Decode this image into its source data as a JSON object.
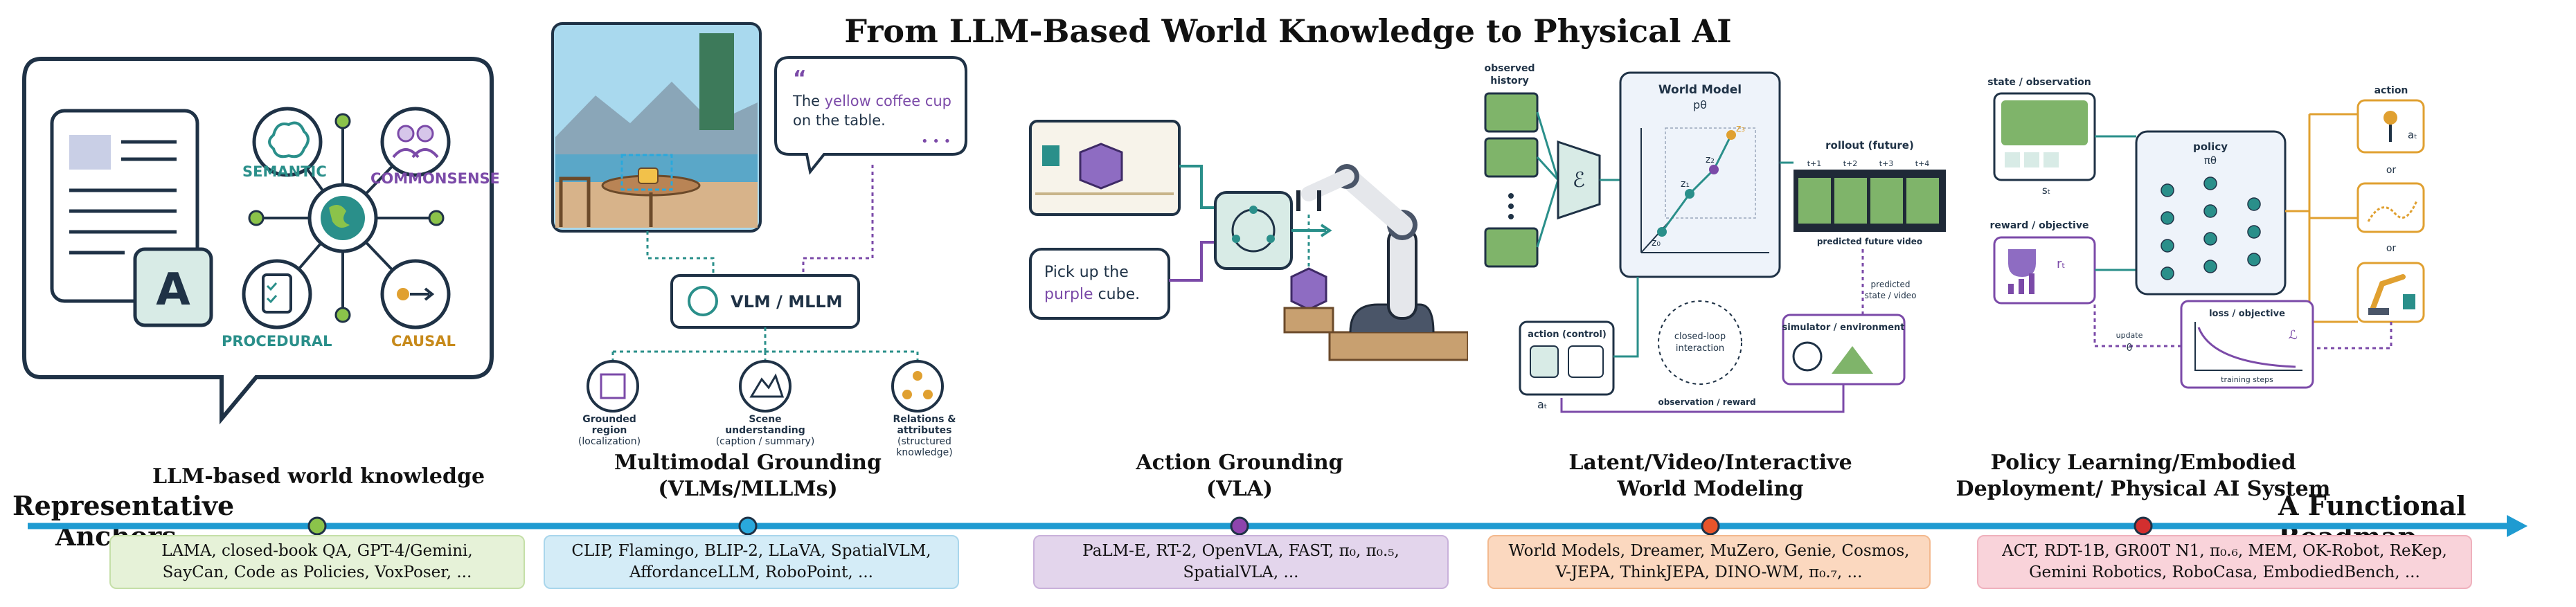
{
  "title": "From LLM-Based World Knowledge to Physical AI",
  "axis": {
    "left_label": [
      "Representative",
      "Anchors"
    ],
    "right_label": "A Functional Roadmap",
    "color": "#1f9bd1"
  },
  "stages": [
    {
      "name": "LLM-based world knowledge",
      "lines": [
        "LLM-based world knowledge"
      ],
      "dot_color": "#8bc34a",
      "anchors": [
        "LAMA, closed-book QA, GPT-4/Gemini,",
        "SayCan, Code as Policies, VoxPoser, ..."
      ],
      "box_fill": "#e6f2d8",
      "box_border": "#c5dfa8"
    },
    {
      "name": "Multimodal Grounding (VLMs/MLLMs)",
      "lines": [
        "Multimodal Grounding",
        "(VLMs/MLLMs)"
      ],
      "dot_color": "#29a8dc",
      "anchors": [
        "CLIP, Flamingo, BLIP-2, LLaVA, SpatialVLM,",
        "AffordanceLLM, RoboPoint, ..."
      ],
      "box_fill": "#d4ecf7",
      "box_border": "#a9d6ec"
    },
    {
      "name": "Action Grounding (VLA)",
      "lines": [
        "Action Grounding",
        "(VLA)"
      ],
      "dot_color": "#8e44ad",
      "anchors": [
        "PaLM-E, RT-2, OpenVLA, FAST, π₀, π₀.₅,",
        "SpatialVLA, ..."
      ],
      "box_fill": "#e3d5ec",
      "box_border": "#c9b1db"
    },
    {
      "name": "Latent/Video/Interactive World Modeling",
      "lines": [
        "Latent/Video/Interactive",
        "World Modeling"
      ],
      "dot_color": "#e8542a",
      "anchors": [
        "World Models, Dreamer, MuZero, Genie, Cosmos,",
        "V-JEPA, ThinkJEPA, DINO-WM, π₀.₇, ..."
      ],
      "box_fill": "#fbd8bf",
      "box_border": "#f3b98f"
    },
    {
      "name": "Policy Learning/Embodied Deployment/ Physical AI System",
      "lines": [
        "Policy Learning/Embodied",
        "Deployment/ Physical AI System"
      ],
      "dot_color": "#d32f2f",
      "anchors": [
        "ACT, RDT-1B, GR00T N1, π₀.₆, MEM, OK-Robot, ReKep,",
        "Gemini Robotics, RoboCasa, EmbodiedBench, ..."
      ],
      "box_fill": "#f9d3da",
      "box_border": "#efb1bd"
    }
  ],
  "panel1": {
    "semantic": "SEMANTIC",
    "commonsense": "COMMONSENSE",
    "procedural": "PROCEDURAL",
    "causal": "CAUSAL",
    "doc_letter": "A"
  },
  "panel2": {
    "quote_pre": "The ",
    "quote_highlight": "yellow coffee cup",
    "quote_post": "on the table.",
    "ellipsis": "• • •",
    "model": "VLM / MLLM",
    "outputs": [
      {
        "label": "Grounded region",
        "sub": "(localization)"
      },
      {
        "label": "Scene understanding",
        "sub": "(caption / summary)"
      },
      {
        "label": "Relations & attributes",
        "sub": "(structured knowledge)"
      }
    ]
  },
  "panel3": {
    "instruction_pre": "Pick up the",
    "instruction_highlight": "purple",
    "instruction_post": "cube."
  },
  "panel4": {
    "observed": [
      "observed",
      "history"
    ],
    "encoder": "ℰ",
    "world_model": "World Model",
    "p_theta": "pθ",
    "rollout": "rollout (future)",
    "frames": [
      "t+1",
      "t+2",
      "t+3",
      "t+4"
    ],
    "predicted_video": "predicted future video",
    "predicted_state": [
      "predicted",
      "state / video"
    ],
    "action": "action (control)",
    "a_t": "aₜ",
    "loop": [
      "closed-loop",
      "interaction"
    ],
    "simulator": "simulator / environment",
    "obs_reward": "observation / reward",
    "z_labels": [
      "z₀",
      "z₁",
      "z₂",
      "z₃"
    ]
  },
  "panel5": {
    "state": "state / observation",
    "s_t": "sₜ",
    "reward": "reward / objective",
    "r_t": "rₜ",
    "policy": "policy",
    "pi_theta": "πθ",
    "action": "action",
    "a_t": "aₜ",
    "or1": "or",
    "or2": "or",
    "loss": "loss / objective",
    "loss_symbol": "ℒ",
    "training": "training steps",
    "update": "update",
    "theta": "θ"
  }
}
